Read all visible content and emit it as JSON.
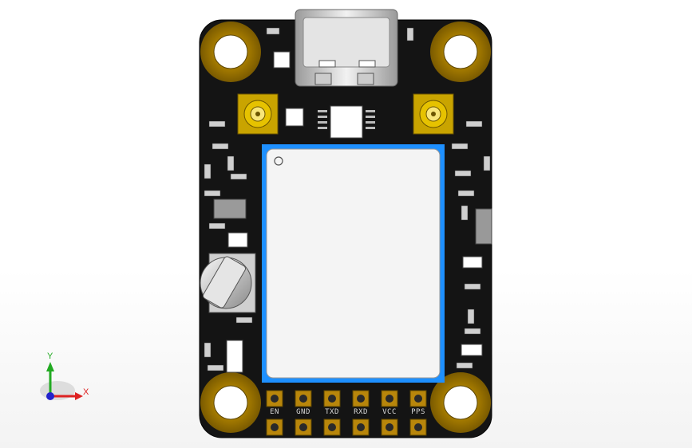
{
  "viewport": {
    "board_colors": {
      "pcb": "#141414",
      "pad_gold": "#b8860b",
      "module_border": "#1e90ff",
      "module_fill": "#f4f4f4"
    },
    "header_pins": {
      "labels": [
        "EN",
        "GND",
        "TXD",
        "RXD",
        "VCC",
        "PPS"
      ]
    },
    "axis_triad": {
      "y_label": "Y",
      "x_label": "X",
      "y_color": "#22aa22",
      "x_color": "#dd2222",
      "origin_color": "#2222cc"
    }
  }
}
